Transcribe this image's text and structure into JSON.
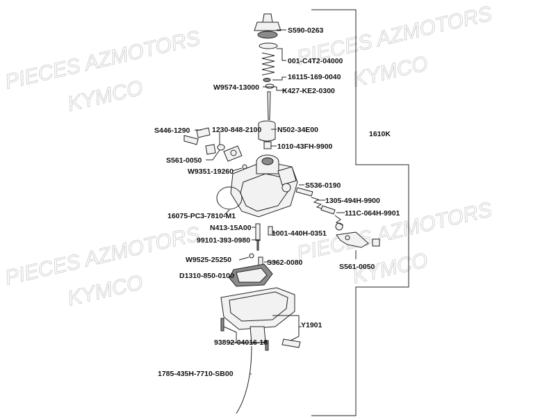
{
  "watermark": {
    "line1": "PIECES AZMOTORS",
    "line2": "KYMCO"
  },
  "assembly_label": "1610K",
  "parts": [
    "S590-0263",
    "001-C4T2-04000",
    "16115-169-0040",
    "W9574-13000",
    "K427-KE2-0300",
    "S446-1290",
    "1230-848-2100",
    "N502-34E00",
    "1010-43FH-9900",
    "S561-0050",
    "W9351-19260",
    "S536-0190",
    "1305-494H-9900",
    "111C-064H-9901",
    "16075-PC3-7810-M1",
    "N413-15A00",
    "1001-440H-0351",
    "99101-393-0980",
    "W9525-25250",
    "S362-0080",
    "S561-0050",
    "D1310-850-0100",
    "Y1901",
    "93892-04016-18",
    "1785-435H-7710-SB00"
  ]
}
